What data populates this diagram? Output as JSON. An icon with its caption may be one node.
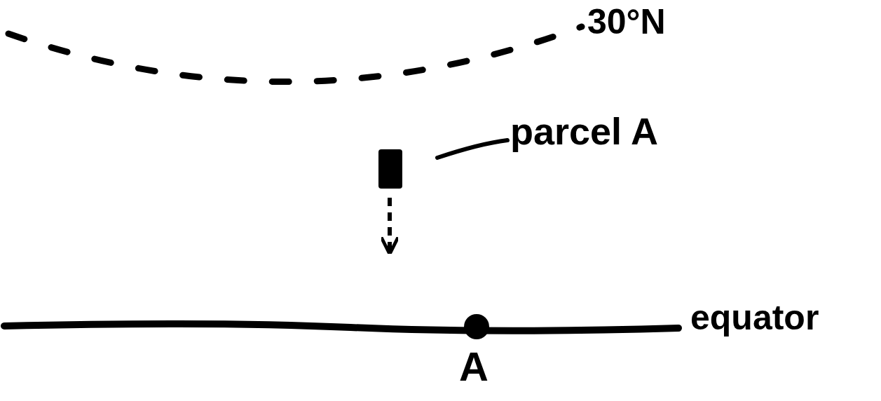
{
  "diagram": {
    "nodes": [
      {
        "text": [
          "parcel A"
        ]
      },
      {
        "text": [],
        "shape": "box"
      }
    ],
    "edges": [
      {
        "from": 0,
        "to": 1,
        "arrow": "none"
      }
    ],
    "labels": [
      "30°N",
      "equator",
      "A"
    ]
  }
}
